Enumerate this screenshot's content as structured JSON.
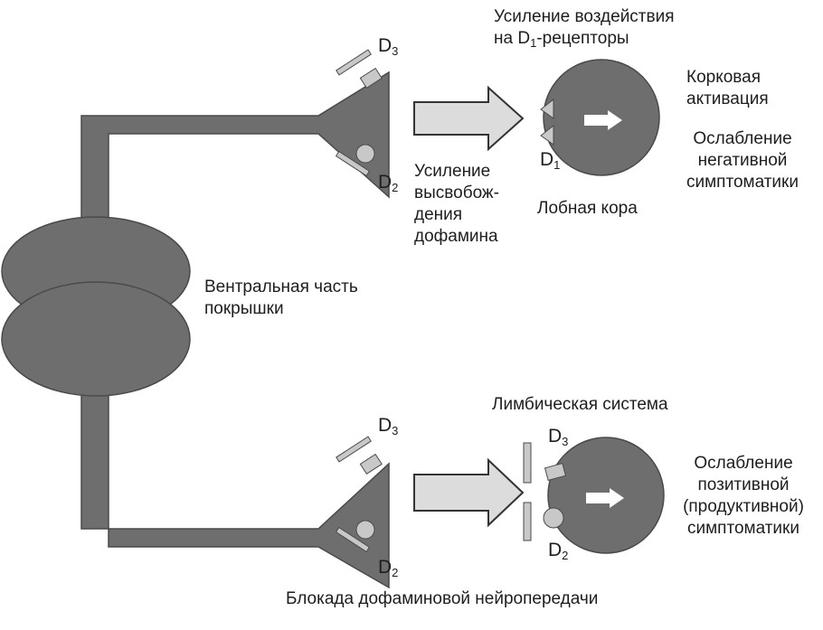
{
  "colors": {
    "body": "#6e6e6e",
    "outline": "#4a4a4a",
    "arrow_fill": "#dcdcdc",
    "arrow_stroke": "#333333",
    "receptor_fill": "#c8c8c8",
    "text": "#1e1e1e"
  },
  "labels": {
    "d1_enhance_line1": "Усиление воздействия",
    "d1_enhance_line2_pre": "на D",
    "d1_enhance_line2_sub": "1",
    "d1_enhance_line2_post": "-рецепторы",
    "cortical_line1": "Корковая",
    "cortical_line2": "активация",
    "neg_line1": "Ослабление",
    "neg_line2": "негативной",
    "neg_line3": "симптоматики",
    "release_line1": "Усиление",
    "release_line2": "высвобож-",
    "release_line3": "дения",
    "release_line4": "дофамина",
    "frontal_cortex": "Лобная кора",
    "ventral_line1": "Вентральная часть",
    "ventral_line2": "покрышки",
    "limbic": "Лимбическая система",
    "pos_line1": "Ослабление",
    "pos_line2": "позитивной",
    "pos_line3": "(продуктивной)",
    "pos_line4": "симптоматики",
    "blockade": "Блокада дофаминовой нейропередачи"
  },
  "receptors": {
    "letter": "D",
    "sub_d1": "1",
    "sub_d2": "2",
    "sub_d3": "3"
  },
  "icons": {
    "flow_arrow": "block-arrow-right",
    "signal_arrow": "white-arrow-right"
  }
}
